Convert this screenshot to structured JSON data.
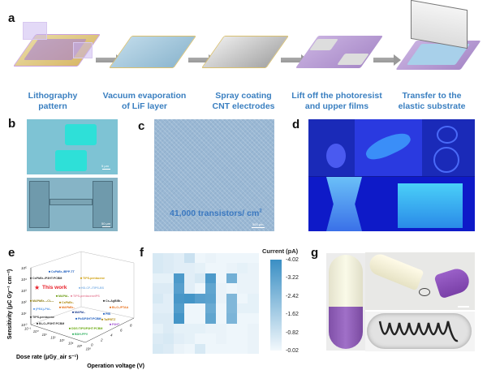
{
  "panels": {
    "a": "a",
    "b": "b",
    "c": "c",
    "d": "d",
    "e": "e",
    "f": "f",
    "g": "g"
  },
  "steps": [
    {
      "line1": "Lithography",
      "line2": "pattern"
    },
    {
      "line1": "Vacuum evaporation",
      "line2": "of LiF layer"
    },
    {
      "line1": "Spray coating",
      "line2": "CNT electrodes"
    },
    {
      "line1": "Lift off the photoresist",
      "line2": "and upper films"
    },
    {
      "line1": "Transfer to the",
      "line2": "elastic substrate"
    }
  ],
  "panel_b": {
    "scale_top": "5 μm",
    "scale_bottom": "50 μm"
  },
  "panel_c": {
    "density_label": "41,000 transistors/ cm",
    "density_sup": "2",
    "scale": "500 μm"
  },
  "panel_e": {
    "z_axis_title": "Sensitivity (μC Gy⁻¹ cm⁻²)",
    "x_axis_title": "Dose rate (μGy_air s⁻¹)",
    "y_axis_title": "Operation voltage (V)",
    "z_ticks": [
      "10⁰",
      "10¹",
      "10²",
      "10³",
      "10⁴",
      "10⁵"
    ],
    "x_ticks": [
      "10⁻¹",
      "10⁰",
      "10¹",
      "10²",
      "10³",
      "10⁴",
      "10⁵",
      "10⁶"
    ],
    "y_ticks": [
      "0",
      "2",
      "4",
      "6",
      "8"
    ],
    "points": [
      {
        "label": "CsPbBr₃/BPP-TT",
        "color": "#1f5fbf"
      },
      {
        "label": "This work",
        "color": "#e8202a"
      },
      {
        "label": "HD-CF₃/TIPS-BS",
        "color": "#8ab8e8"
      },
      {
        "label": "MAPbI₃",
        "color": "#6a9a10"
      },
      {
        "label": "MAPbBr₂.₁Cl₀.₉",
        "color": "#8a7a10"
      },
      {
        "label": "TIPS-pentacene/PS",
        "color": "#e88aa0"
      },
      {
        "label": "Cs₂AgBiBr₆",
        "color": "#333333"
      },
      {
        "label": "CsPbBr₃",
        "color": "#b08a10"
      },
      {
        "label": "MAPbBr₃",
        "color": "#e8701a"
      },
      {
        "label": "(PEA)₂PbI₄",
        "color": "#5a9ae8"
      },
      {
        "label": "Bi₂O₃/PTAA",
        "color": "#e8701a"
      },
      {
        "label": "MAPbI₃",
        "color": "#1f3f8f"
      },
      {
        "label": "TIPS-pentacene",
        "color": "#333333"
      },
      {
        "label": "PIB",
        "color": "#1f5fbf"
      },
      {
        "label": "PbS/P3HT:PCBM",
        "color": "#1f5fbf"
      },
      {
        "label": "Ta/PBTZ",
        "color": "#b08a10"
      },
      {
        "label": "P3HT",
        "color": "#a050d0"
      },
      {
        "label": "Bi₂O₃/P3HT:PCBM",
        "color": "#333333"
      },
      {
        "label": "DDS:TIPS/P3HT:PCBM",
        "color": "#6aaa10"
      },
      {
        "label": "BDH-PPV",
        "color": "#30b060"
      },
      {
        "label": "CsPbBr₃/P3HT:PCBM",
        "color": "#333333"
      },
      {
        "label": "TIPS-pentacene",
        "color": "#d0a010"
      }
    ]
  },
  "chart_data": {
    "type": "heatmap",
    "title": "",
    "colorbar_title": "Current (pA)",
    "colorbar_ticks": [
      "-4.02",
      "-3.22",
      "-2.42",
      "-1.62",
      "-0.82",
      "-0.02"
    ],
    "range": [
      -4.02,
      -0.02
    ],
    "rows": 10,
    "cols": 10,
    "values": [
      [
        -0.6,
        -0.5,
        -0.4,
        -0.9,
        -0.1,
        -0.2,
        -0.1,
        -0.1,
        -0.1,
        -0.1
      ],
      [
        -0.6,
        -0.5,
        -0.4,
        -0.4,
        -0.3,
        -0.1,
        -0.1,
        -0.2,
        -0.3,
        -0.2
      ],
      [
        -0.3,
        -0.3,
        -3.6,
        -0.4,
        -0.6,
        -3.6,
        -0.1,
        -2.8,
        -0.2,
        -0.2
      ],
      [
        -0.5,
        -0.5,
        -3.4,
        -0.4,
        -0.1,
        -3.2,
        -0.2,
        -0.1,
        -0.2,
        -0.2
      ],
      [
        -0.6,
        -0.4,
        -3.7,
        -3.8,
        -3.4,
        -3.3,
        -0.2,
        -2.5,
        -0.1,
        -0.3
      ],
      [
        -0.4,
        -0.4,
        -3.5,
        -0.1,
        -0.1,
        -3.0,
        -0.1,
        -2.5,
        -0.3,
        -0.3
      ],
      [
        -0.5,
        -0.5,
        -3.8,
        -0.1,
        -0.1,
        -3.2,
        -0.1,
        -2.6,
        -0.1,
        -0.1
      ],
      [
        -0.3,
        -0.5,
        -0.3,
        -0.3,
        -0.3,
        -0.2,
        -0.2,
        -0.1,
        -0.1,
        -0.2
      ],
      [
        -0.5,
        -0.6,
        -0.4,
        -0.3,
        -0.1,
        -0.1,
        -0.2,
        -0.1,
        -0.1,
        -0.2
      ],
      [
        -0.6,
        -0.5,
        -0.2,
        -0.1,
        -0.6,
        -0.1,
        -0.1,
        -0.1,
        -0.1,
        -0.2
      ]
    ],
    "colors": {
      "low": "#f2f8fc",
      "high": "#3a8fc4"
    }
  }
}
